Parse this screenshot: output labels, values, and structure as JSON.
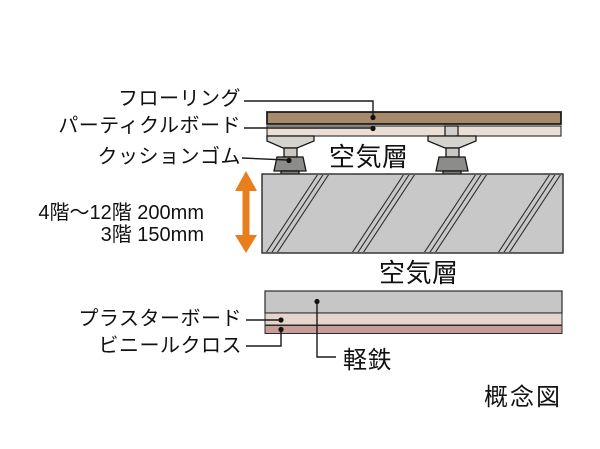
{
  "diagram": {
    "type": "floor-ceiling-construction-cross-section",
    "caption": "概念図"
  },
  "labels": {
    "flooring": "フローリング",
    "particle_board": "パーティクルボード",
    "cushion_rubber": "クッションゴム",
    "air_layer_upper": "空気層",
    "air_layer_lower": "空気層",
    "dimension_line1": "4階〜12階 200mm",
    "dimension_line2": "3階 150mm",
    "plaster_board": "プラスターボード",
    "vinyl_cloth": "ビニールクロス",
    "light_steel": "軽鉄"
  },
  "colors": {
    "flooring_fill": "#A78A6C",
    "particle_board_fill": "#EBDED4",
    "concrete_slab_fill": "#C8C8C8",
    "pedestal_plate_fill": "#D6D3CF",
    "cushion_rubber_fill": "#8C8C8A",
    "rubber_foot_fill": "#7B7B79",
    "ceiling_steel_fill": "#C6C6C6",
    "plaster_board_fill": "#E5D5CD",
    "vinyl_cloth_fill": "#C99C98",
    "dimension_arrow": "#E87E1C",
    "line": "#1a1a1a"
  }
}
